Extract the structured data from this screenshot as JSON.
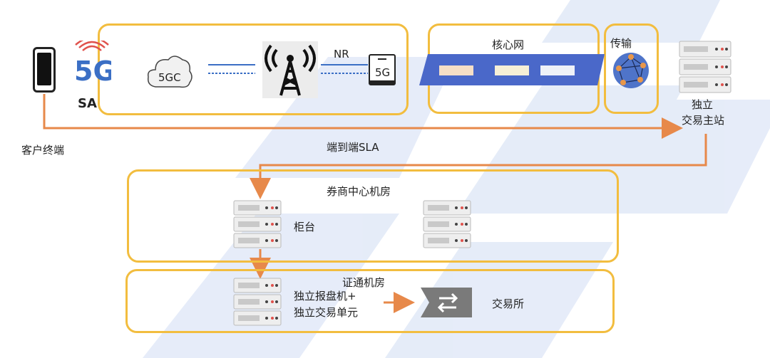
{
  "labels": {
    "sa": "SA",
    "client": "客户终端",
    "fivegc": "5GC",
    "nr": "NR",
    "fiveg_cell": "5G",
    "core": "核心网",
    "transport": "传输",
    "trading_host_line1": "独立",
    "trading_host_line2": "交易主站",
    "e2e_sla": "端到端SLA",
    "broker_room": "券商中心机房",
    "counter": "柜台",
    "sse_room": "证通机房",
    "quote_line1": "独立报盘机+",
    "quote_line2": "独立交易单元",
    "exchange": "交易所"
  },
  "icons": {
    "logo": "5g-logo-icon",
    "phone": "phone-icon",
    "cloud": "cloud-icon",
    "tower": "cell-tower-icon",
    "server": "server-rack-icon",
    "exchange": "exchange-arrows-icon",
    "network": "network-topology-icon"
  },
  "colors": {
    "box_border": "#f2bd3f",
    "arrow": "#e7894a",
    "core_band": "#4a68c9",
    "logo_blue": "#3b6fc5",
    "watermark": "#dde6f6"
  }
}
